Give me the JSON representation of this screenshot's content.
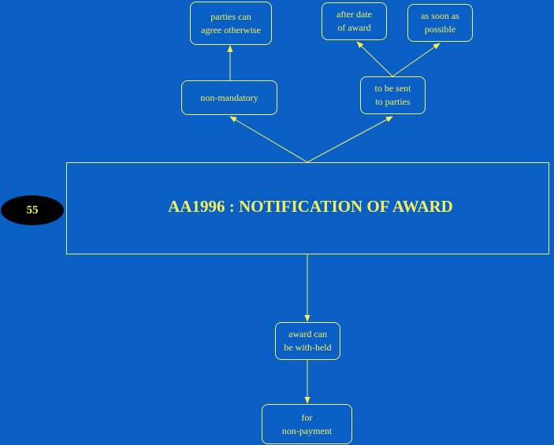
{
  "badge": {
    "number": "55"
  },
  "title": "AA1996 : NOTIFICATION OF AWARD",
  "nodes": {
    "parties_can_agree": "parties can\nagree otherwise",
    "non_mandatory": "non-mandatory",
    "after_date": "after date\nof award",
    "as_soon_as": "as soon as\npossible",
    "to_be_sent": "to be sent\n to parties",
    "award_withheld": "award can\nbe with-held",
    "for_non_payment": "for\nnon-payment"
  },
  "colors": {
    "background": "#0a5fc4",
    "line": "#f5f05a",
    "badge_fill": "#000000"
  }
}
